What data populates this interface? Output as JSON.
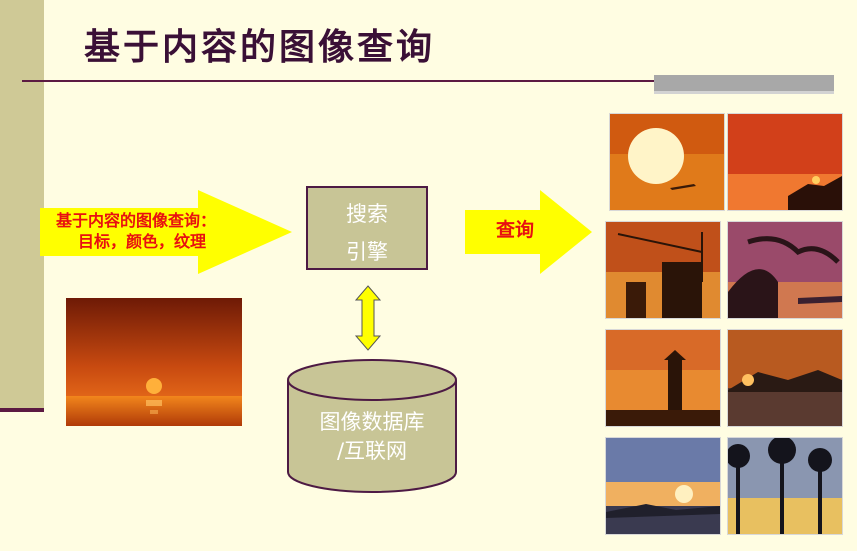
{
  "slide": {
    "title": "基于内容的图像查询"
  },
  "diagram": {
    "input_arrow_label_line1": "基于内容的图像查询：",
    "input_arrow_label_line2": "目标，颜色，纹理",
    "engine_line1": "搜索",
    "engine_line2": "引擎",
    "database_line1": "图像数据库",
    "database_line2": "/互联网",
    "output_arrow_label": "查询"
  },
  "colors": {
    "background": "#fffde2",
    "accent_bar": "#cfc996",
    "title_text": "#3a1036",
    "arrow_fill": "#ffff00",
    "arrow_text": "#e81010",
    "box_fill": "#c8c596",
    "box_border": "#4d1a44"
  }
}
